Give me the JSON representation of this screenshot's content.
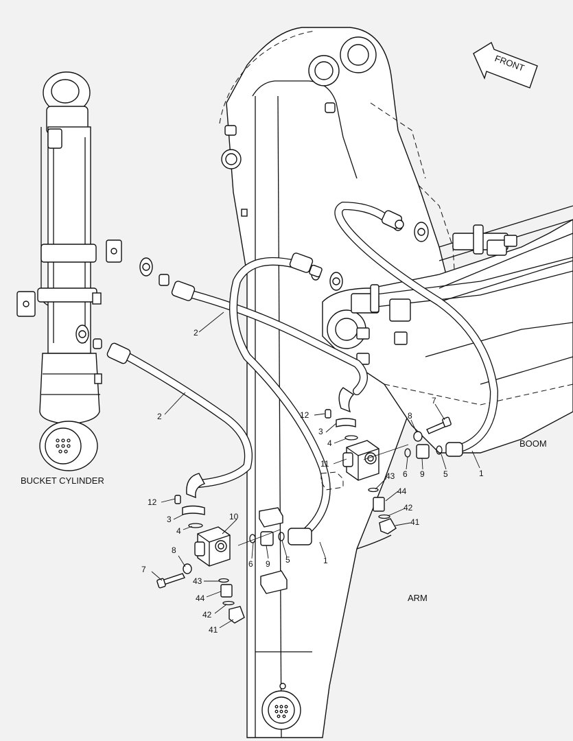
{
  "labels": {
    "front": "FRONT",
    "boom": "BOOM",
    "arm": "ARM",
    "bucket_cylinder": "BUCKET CYLINDER"
  },
  "callouts": [
    {
      "id": "c-1a",
      "text": "1"
    },
    {
      "id": "c-1b",
      "text": "1"
    },
    {
      "id": "c-2a",
      "text": "2"
    },
    {
      "id": "c-2b",
      "text": "2"
    },
    {
      "id": "c-3a",
      "text": "3"
    },
    {
      "id": "c-3b",
      "text": "3"
    },
    {
      "id": "c-4a",
      "text": "4"
    },
    {
      "id": "c-4b",
      "text": "4"
    },
    {
      "id": "c-5a",
      "text": "5"
    },
    {
      "id": "c-5b",
      "text": "5"
    },
    {
      "id": "c-6a",
      "text": "6"
    },
    {
      "id": "c-6b",
      "text": "6"
    },
    {
      "id": "c-7a",
      "text": "7"
    },
    {
      "id": "c-7b",
      "text": "7"
    },
    {
      "id": "c-8a",
      "text": "8"
    },
    {
      "id": "c-8b",
      "text": "8"
    },
    {
      "id": "c-9a",
      "text": "9"
    },
    {
      "id": "c-9b",
      "text": "9"
    },
    {
      "id": "c-10",
      "text": "10"
    },
    {
      "id": "c-11",
      "text": "11"
    },
    {
      "id": "c-12a",
      "text": "12"
    },
    {
      "id": "c-12b",
      "text": "12"
    },
    {
      "id": "c-41a",
      "text": "41"
    },
    {
      "id": "c-41b",
      "text": "41"
    },
    {
      "id": "c-42a",
      "text": "42"
    },
    {
      "id": "c-42b",
      "text": "42"
    },
    {
      "id": "c-43a",
      "text": "43"
    },
    {
      "id": "c-43b",
      "text": "43"
    },
    {
      "id": "c-44a",
      "text": "44"
    },
    {
      "id": "c-44b",
      "text": "44"
    }
  ]
}
